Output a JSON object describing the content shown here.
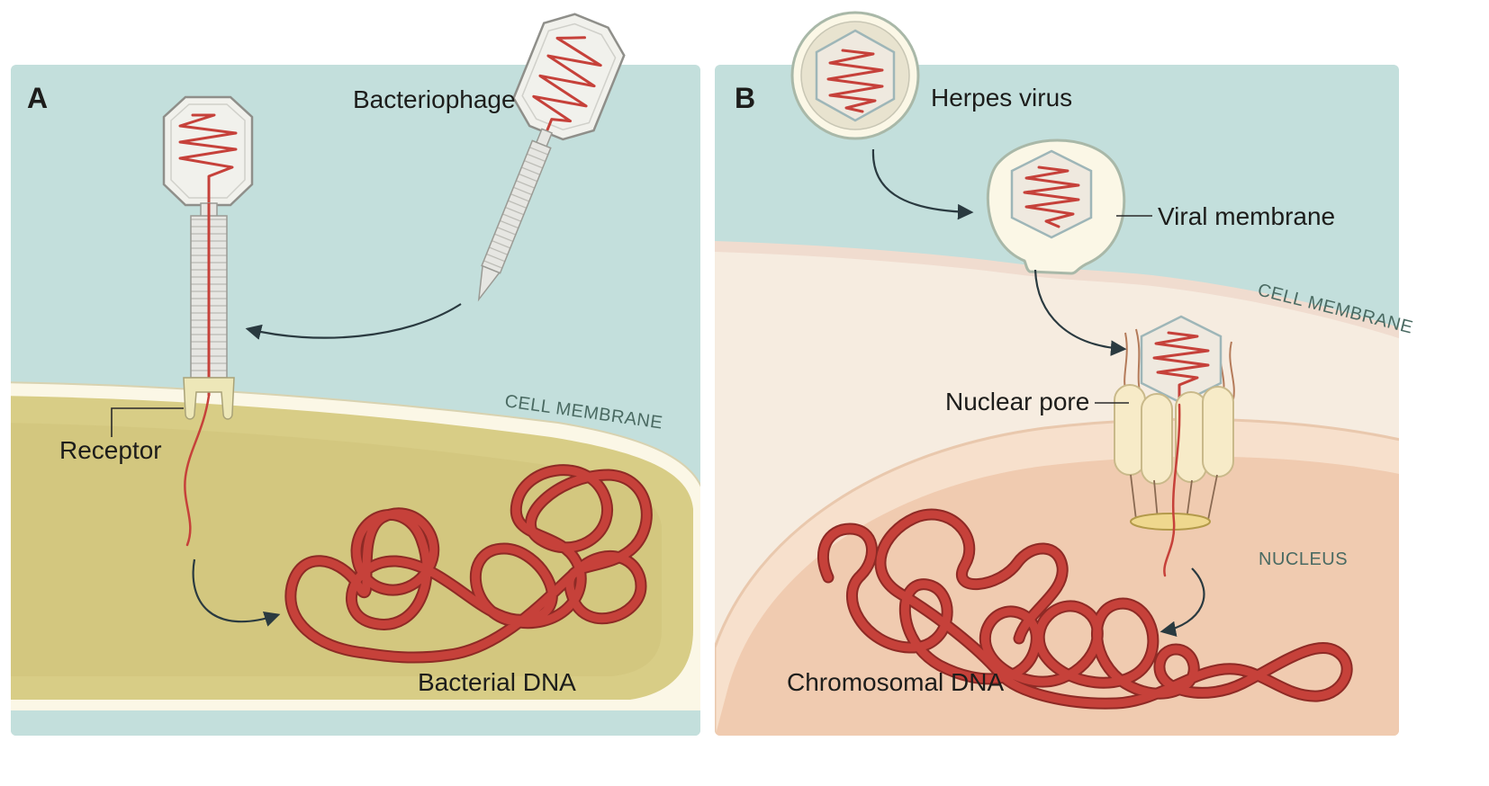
{
  "panels": {
    "a": {
      "letter": "A",
      "labels": {
        "bacteriophage": "Bacteriophage",
        "receptor": "Receptor",
        "cell_membrane": "CELL MEMBRANE",
        "bacterial_dna": "Bacterial DNA"
      }
    },
    "b": {
      "letter": "B",
      "labels": {
        "herpes_virus": "Herpes virus",
        "viral_membrane": "Viral membrane",
        "cell_membrane": "CELL MEMBRANE",
        "nuclear_pore": "Nuclear pore",
        "nucleus": "NUCLEUS",
        "chromosomal_dna": "Chromosomal DNA"
      }
    }
  },
  "colors": {
    "extracellular": "#c3dfdc",
    "bacterium": "#d8cd86",
    "cytoplasm": "#f6ece0",
    "nucleus": "#f0cbb0",
    "dna": "#c6413a",
    "membrane": "#fbf7e6"
  }
}
